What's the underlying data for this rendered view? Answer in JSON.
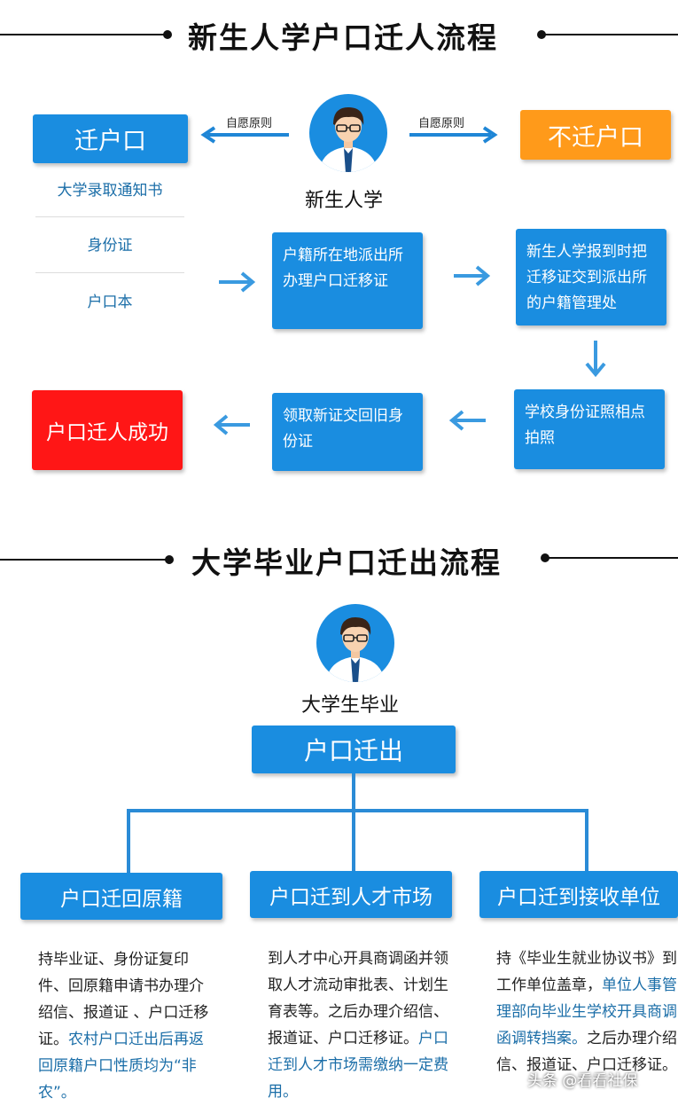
{
  "section1": {
    "title": "新生人学户口迁人流程",
    "avatar_label": "新生人学",
    "left_option": "迁户口",
    "right_option": "不迁户口",
    "left_arrow_label": "自愿原则",
    "right_arrow_label": "自愿原则",
    "documents": [
      "大学录取通知书",
      "身份证",
      "户口本"
    ],
    "steps": {
      "police_station": "户籍所在地派出所办理户口迁移证",
      "report": "新生人学报到时把迁移证交到派出所的户籍管理处",
      "photo": "学校身份证照相点拍照",
      "new_id": "领取新证交回旧身份证",
      "success": "户口迁人成功"
    }
  },
  "section2": {
    "title": "大学毕业户口迁出流程",
    "avatar_label": "大学生毕业",
    "root": "户口迁出",
    "branches": [
      {
        "title": "户口迁回原籍",
        "text": "持毕业证、身份证复印件、回原籍申请书办理介绍信、报道证 、户口迁移证。",
        "highlight": "农村户口迁出后再返回原籍户口性质均为“非农”。"
      },
      {
        "title": "户口迁到人才市场",
        "text": "到人才中心开具商调函并领取人才流动审批表、计划生育表等。之后办理介绍信、报道证、户口迁移证。",
        "highlight": "户口迁到人才市场需缴纳一定费用。"
      },
      {
        "title": "户口迁到接收单位",
        "text_before": "持《毕业生就业协议书》到工作单位盖章，",
        "highlight": "单位人事管理部向毕业生学校开具商调函调转挡案。",
        "text_after": "之后办理介绍信、报道证、户口迁移证。"
      }
    ]
  },
  "watermark": "头条 @看看社保",
  "colors": {
    "blue": "#1a8de0",
    "orange": "#ff9a1a",
    "red": "#ff1616",
    "link_text": "#1b6ea8"
  },
  "icons": [
    "person-avatar-icon",
    "arrow-left-icon",
    "arrow-right-icon",
    "arrow-down-icon"
  ]
}
